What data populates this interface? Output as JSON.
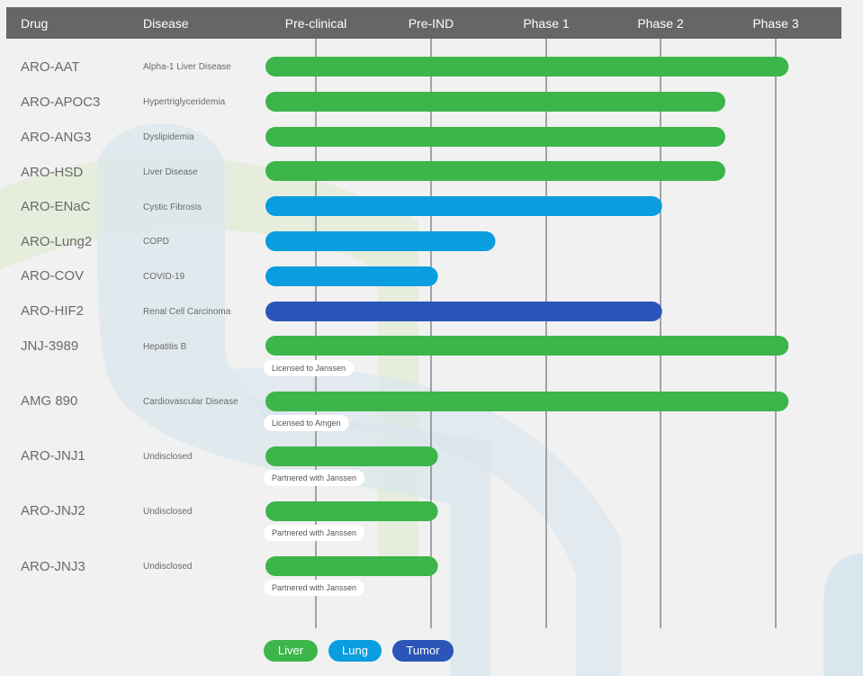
{
  "header": {
    "drug": "Drug",
    "disease": "Disease"
  },
  "colors": {
    "Liver": "#3cb54a",
    "Lung": "#0a9de0",
    "Tumor": "#2b55b9",
    "header_bg": "#666666",
    "gridline": "#555555"
  },
  "chart_data": {
    "type": "bar",
    "orientation": "horizontal",
    "stages": [
      "Pre-clinical",
      "Pre-IND",
      "Phase 1",
      "Phase 2",
      "Phase 3"
    ],
    "value_unit": "stages completed (stage boundary index)",
    "legend": [
      {
        "label": "Liver"
      },
      {
        "label": "Lung"
      },
      {
        "label": "Tumor"
      }
    ],
    "rows": [
      {
        "drug": "ARO-AAT",
        "disease": "Alpha-1 Liver Disease",
        "category": "Liver",
        "value": 4.55,
        "note": ""
      },
      {
        "drug": "ARO-APOC3",
        "disease": "Hypertriglyceridemia",
        "category": "Liver",
        "value": 4.0,
        "note": ""
      },
      {
        "drug": "ARO-ANG3",
        "disease": "Dyslipidemia",
        "category": "Liver",
        "value": 4.0,
        "note": ""
      },
      {
        "drug": "ARO-HSD",
        "disease": "Liver Disease",
        "category": "Liver",
        "value": 4.0,
        "note": ""
      },
      {
        "drug": "ARO-ENaC",
        "disease": "Cystic Fibrosis",
        "category": "Lung",
        "value": 3.45,
        "note": ""
      },
      {
        "drug": "ARO-Lung2",
        "disease": "COPD",
        "category": "Lung",
        "value": 2.0,
        "note": ""
      },
      {
        "drug": "ARO-COV",
        "disease": "COVID-19",
        "category": "Lung",
        "value": 1.5,
        "note": ""
      },
      {
        "drug": "ARO-HIF2",
        "disease": "Renal Cell Carcinoma",
        "category": "Tumor",
        "value": 3.45,
        "note": ""
      },
      {
        "drug": "JNJ-3989",
        "disease": "Hepatitis B",
        "category": "Liver",
        "value": 4.55,
        "note": "Licensed to Janssen"
      },
      {
        "drug": "AMG 890",
        "disease": "Cardiovascular Disease",
        "category": "Liver",
        "value": 4.55,
        "note": "Licensed to Amgen"
      },
      {
        "drug": "ARO-JNJ1",
        "disease": "Undisclosed",
        "category": "Liver",
        "value": 1.5,
        "note": "Partnered with Janssen"
      },
      {
        "drug": "ARO-JNJ2",
        "disease": "Undisclosed",
        "category": "Liver",
        "value": 1.5,
        "note": "Partnered with Janssen"
      },
      {
        "drug": "ARO-JNJ3",
        "disease": "Undisclosed",
        "category": "Liver",
        "value": 1.5,
        "note": "Partnered with Janssen"
      }
    ]
  }
}
